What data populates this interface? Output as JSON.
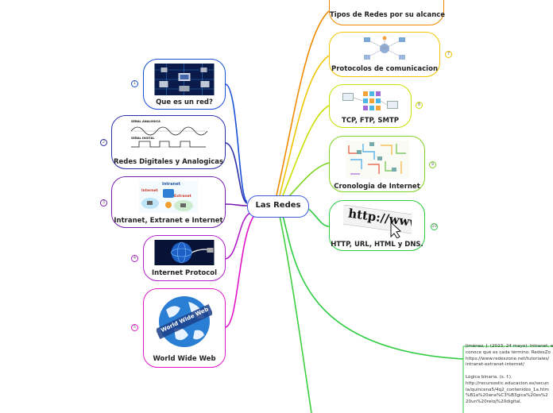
{
  "central": {
    "label": "Las Redes"
  },
  "left_nodes": [
    {
      "label": "Que es un red?",
      "num": "1",
      "color": "#1b4fd6",
      "icon": "network-devices-icon"
    },
    {
      "label": "Redes Digitales y Analogicas",
      "num": "2",
      "color": "#2b2fa8",
      "icon": "signal-waves-icon",
      "img_text": [
        "SEÑAL ANALÓGICA",
        "SEÑAL DIGITAL"
      ]
    },
    {
      "label": "Intranet, Extranet e Internet",
      "num": "3",
      "color": "#7a1fb0",
      "icon": "intranet-diagram-icon",
      "img_text": [
        "Intranet",
        "Internet",
        "Extranet"
      ]
    },
    {
      "label": "Internet Protocol",
      "num": "4",
      "color": "#b01fc9",
      "icon": "globe-network-icon"
    },
    {
      "label": "World Wide Web",
      "num": "5",
      "color": "#e016c8",
      "icon": "www-globe-icon",
      "img_text": [
        "World Wide Web"
      ]
    }
  ],
  "right_nodes": [
    {
      "label": "Tipos de Redes por su alcance",
      "num": "",
      "color": "#f08a00",
      "icon": "network-types-icon"
    },
    {
      "label": "Protocolos de comunicacion",
      "num": "7",
      "color": "#f0c400",
      "icon": "communication-protocols-icon"
    },
    {
      "label": "TCP, FTP, SMTP",
      "num": "8",
      "color": "#c8e000",
      "icon": "servers-icon"
    },
    {
      "label": "Cronologia de Internet",
      "num": "9",
      "color": "#7ed321",
      "icon": "internet-timeline-icon"
    },
    {
      "label": "HTTP, URL, HTML y DNS.",
      "num": "10",
      "color": "#2ecc40",
      "icon": "http-address-icon",
      "img_text": [
        "http://www."
      ]
    }
  ],
  "notes": {
    "lines": [
      "Jiménez, J. (2023, 24 mayo). Intranet, e",
      "conoce qué es cada término. RedesZo",
      "https://www.redeszone.net/tutoriales/",
      "intranet-extranet-internet/",
      "",
      "Lógica binaria. (s. f.).",
      "http://recursostic.educacion.es/secun",
      "ia/quincena5/4q2_contenidos_1a.htm",
      "%B1a%20ana%C3%B3gica%20es%2",
      "20un%20reloj%20digital."
    ]
  }
}
